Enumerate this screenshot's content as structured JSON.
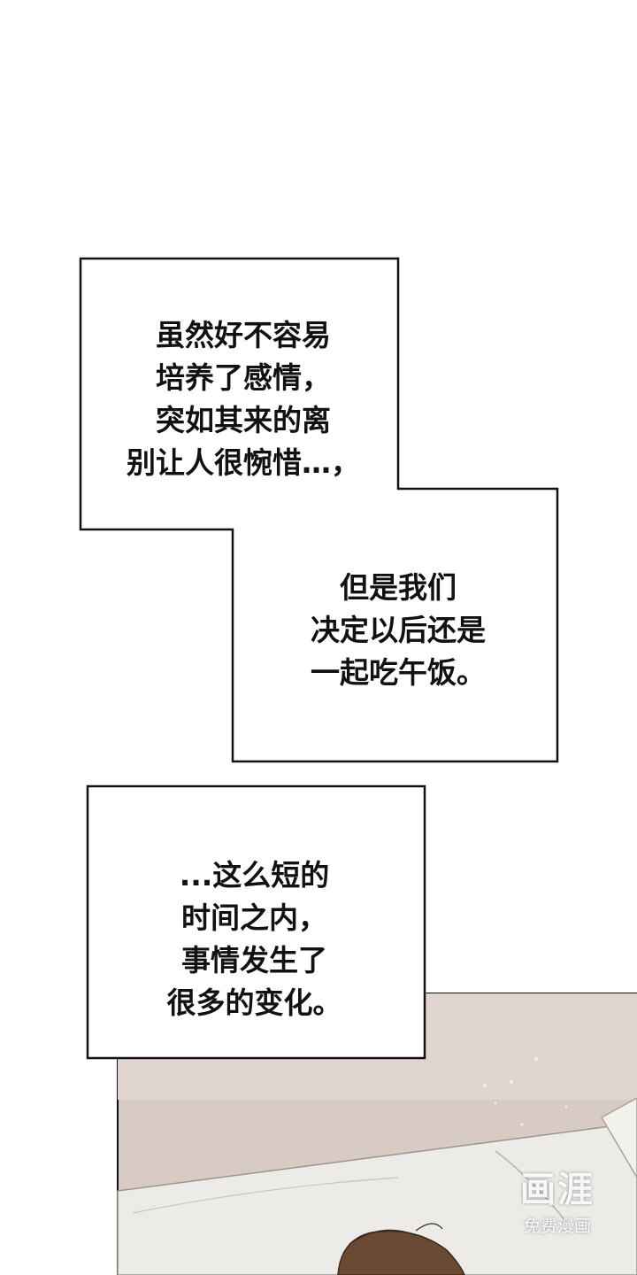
{
  "narration_boxes": [
    {
      "lines": [
        "虽然好不容易",
        "培养了感情，",
        "突如其来的离",
        "别让人很惋惜…，"
      ]
    },
    {
      "lines": [
        "但是我们",
        "决定以后还是",
        "一起吃午饭。"
      ]
    },
    {
      "lines": [
        "...这么短的",
        "时间之内，",
        "事情发生了",
        "很多的变化。"
      ]
    }
  ],
  "watermark": {
    "main": "画涯",
    "sub": "免费漫画"
  },
  "colors": {
    "page": "#ffffff",
    "panel_border": "#111111",
    "scene_wall": "#d9ccc4",
    "scene_bed": "#ecebe7",
    "hair": "#6b4a33"
  }
}
